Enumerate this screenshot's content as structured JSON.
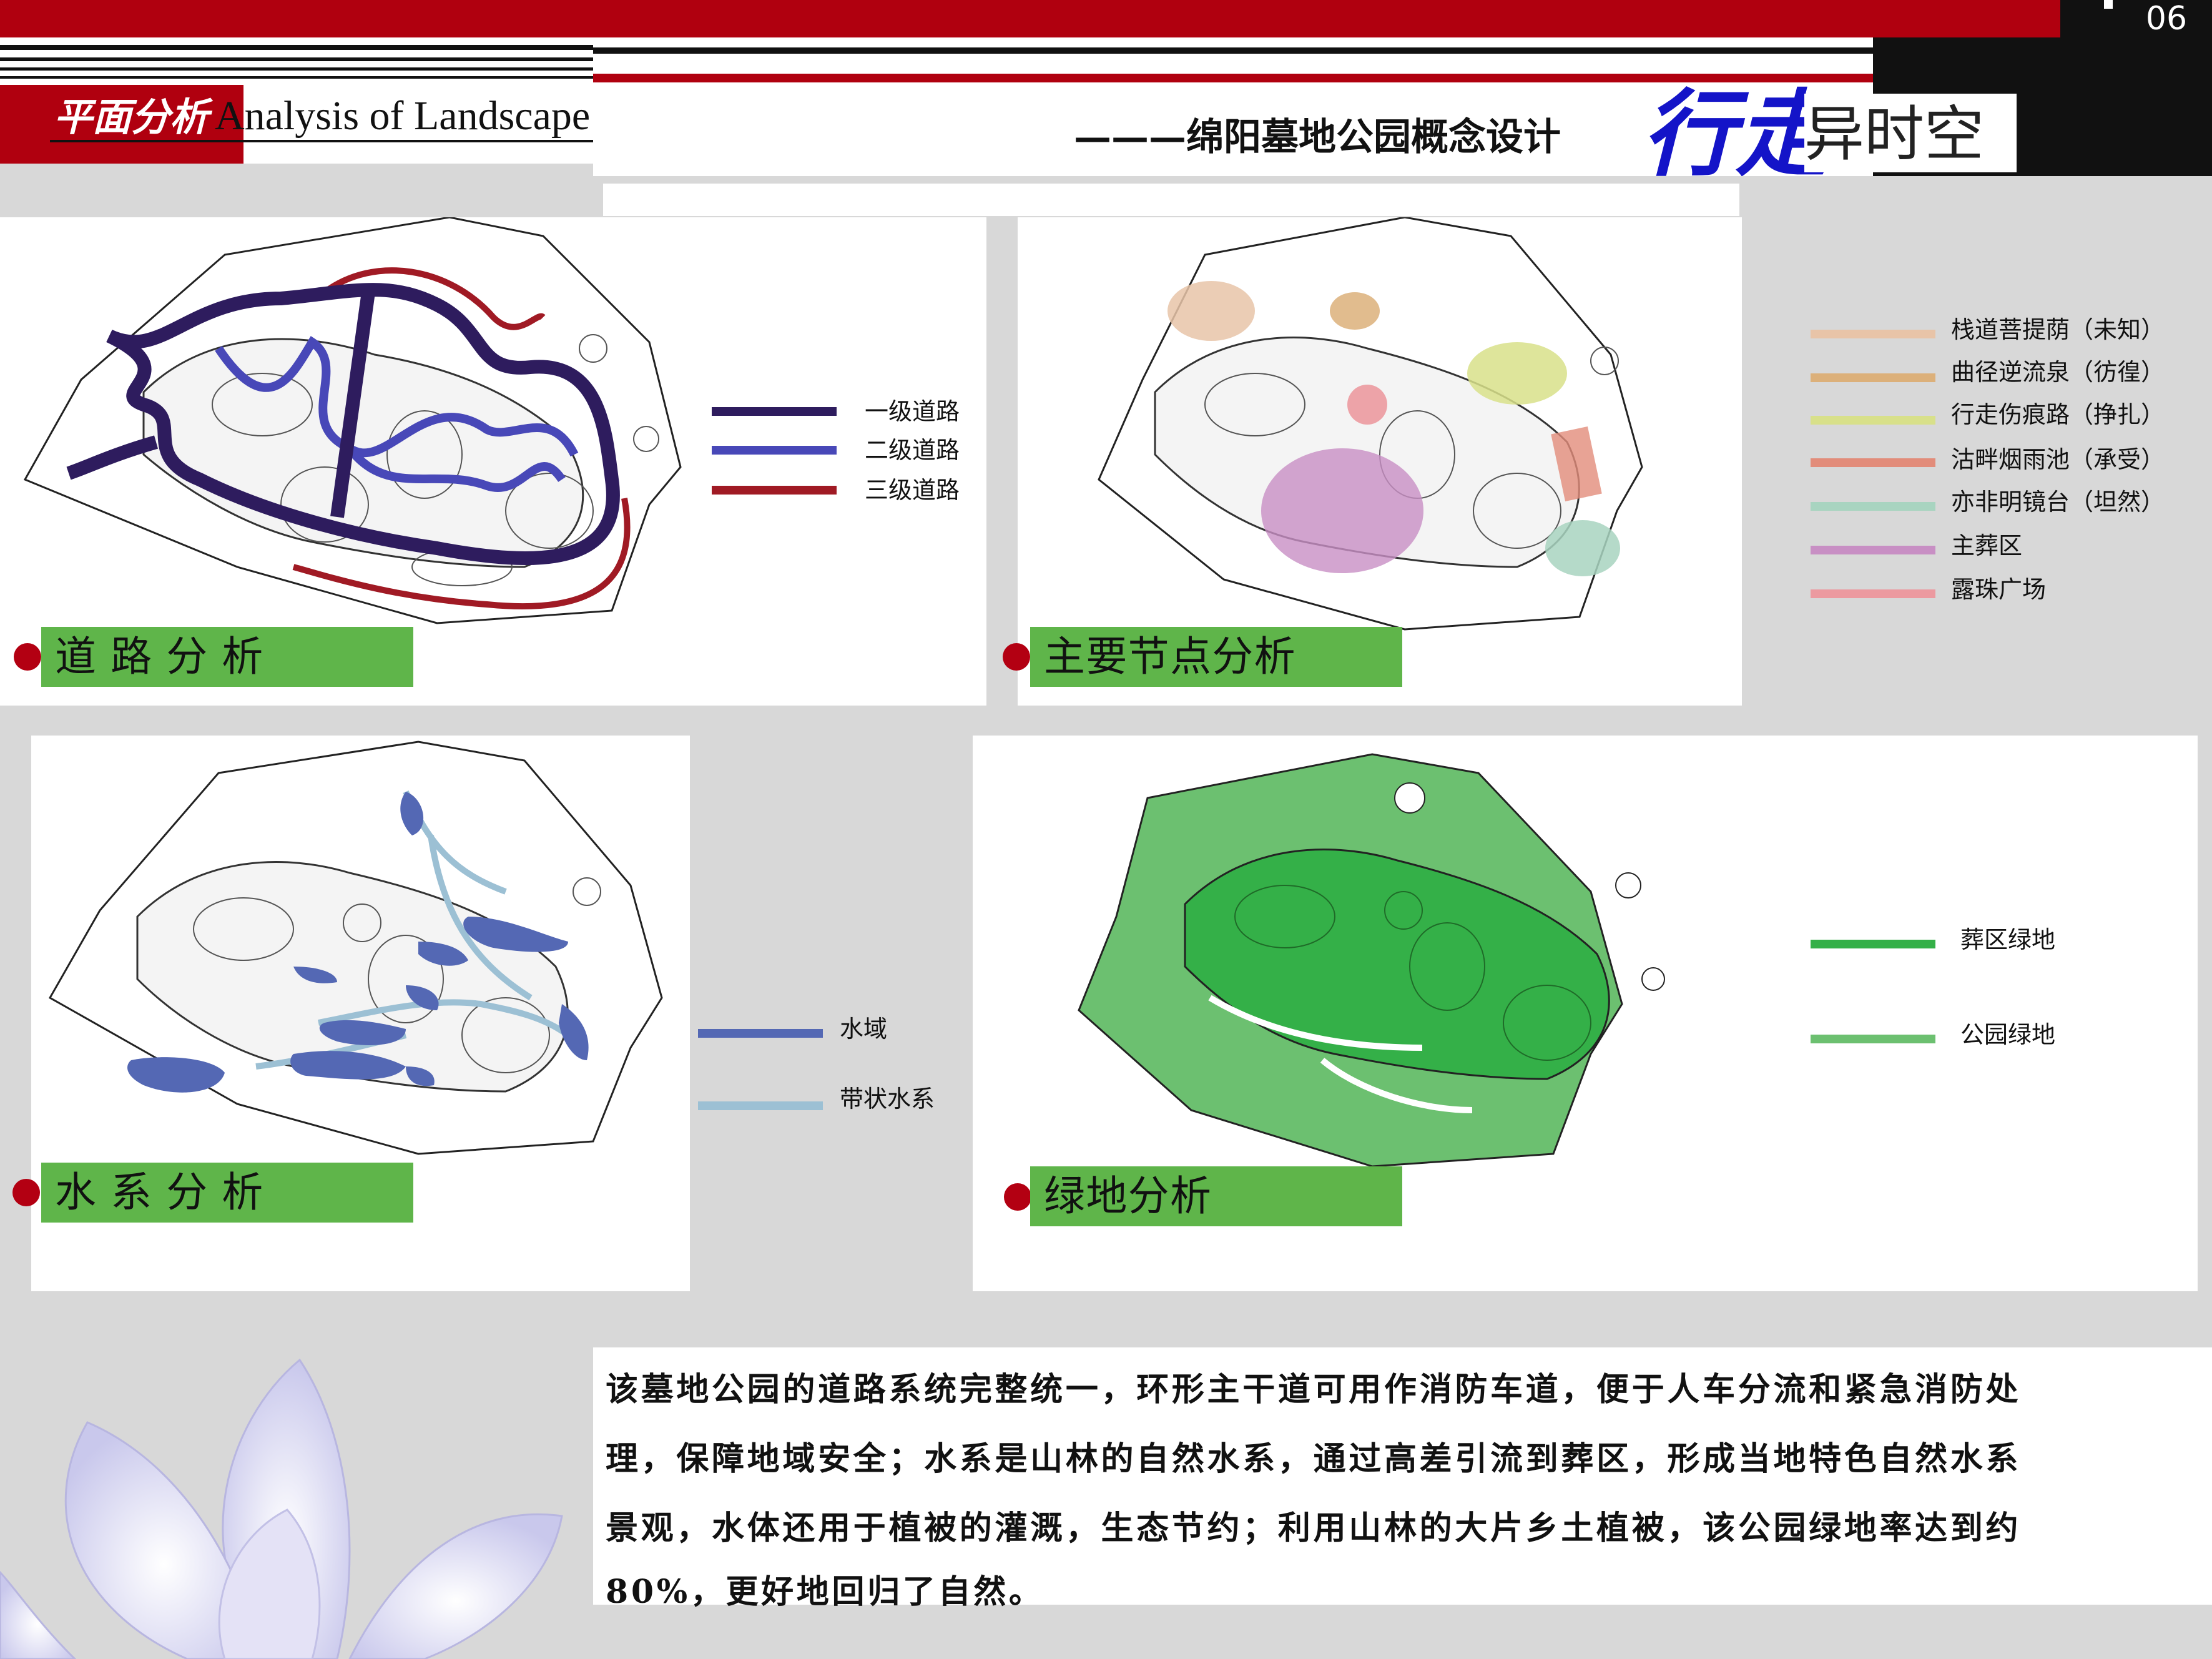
{
  "header": {
    "page_number": "06",
    "section_title_cn": "平面分析",
    "section_title_en": "Analysis of Landscape",
    "project_title": "———绵阳墓地公园概念设计",
    "brand_big": "行走",
    "brand_small": "异时空"
  },
  "panels": {
    "road": {
      "title": "道路分析",
      "legend": [
        {
          "label": "一级道路",
          "color": "#2e1c5e"
        },
        {
          "label": "二级道路",
          "color": "#4848b8"
        },
        {
          "label": "三级道路",
          "color": "#a01a24"
        }
      ]
    },
    "nodes": {
      "title": "主要节点分析",
      "legend": [
        {
          "label": "栈道菩提荫（未知）",
          "color": "#e8c4a8"
        },
        {
          "label": "曲径逆流泉（彷徨）",
          "color": "#dcb07a"
        },
        {
          "label": "行走伤痕路（挣扎）",
          "color": "#d8e08a"
        },
        {
          "label": "沽畔烟雨池（承受）",
          "color": "#e28c7a"
        },
        {
          "label": "亦非明镜台（坦然）",
          "color": "#a8d4c0"
        },
        {
          "label": "主葬区",
          "color": "#c88fc4"
        },
        {
          "label": "露珠广场",
          "color": "#ec9aa0"
        }
      ]
    },
    "water": {
      "title": "水系分析",
      "legend": [
        {
          "label": "水域",
          "color": "#5468b4"
        },
        {
          "label": "带状水系",
          "color": "#9cc0d4"
        }
      ]
    },
    "green": {
      "title": "绿地分析",
      "legend": [
        {
          "label": "葬区绿地",
          "color": "#34b048"
        },
        {
          "label": "公园绿地",
          "color": "#6cc070"
        }
      ]
    }
  },
  "description": {
    "lines": [
      "该墓地公园的道路系统完整统一，环形主干道可用作消防车道，便于人车分流和紧急消防处",
      "理，保障地域安全；水系是山林的自然水系，通过高差引流到葬区，形成当地特色自然水系",
      "景观，水体还用于植被的灌溉，生态节约；利用山林的大片乡土植被，该公园绿地率达到约",
      "80%，更好地回归了自然。"
    ]
  },
  "colors": {
    "header_red": "#b0000f",
    "title_green": "#5fb54a",
    "bullet_red": "#b30012"
  }
}
